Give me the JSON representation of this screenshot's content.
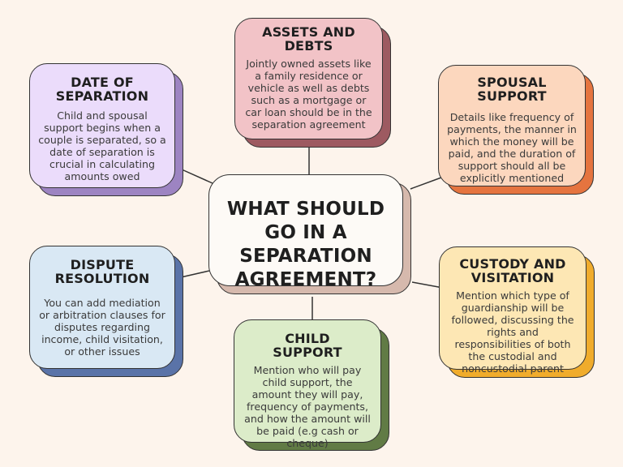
{
  "center": {
    "title": "WHAT SHOULD GO IN A SEPARATION AGREEMENT?"
  },
  "cards": {
    "assets": {
      "title": "ASSETS AND DEBTS",
      "body": "Jointly owned assets like a family residence or vehicle as well as debts such as a mortgage or car loan should be in the separation agreement",
      "face_color": "#f2c3c7",
      "shadow_color": "#9d5a61"
    },
    "date": {
      "title": "DATE OF SEPARATION",
      "body": "Child and spousal support begins when a couple is separated, so a date of separation is crucial in calculating amounts owed",
      "face_color": "#ebdcfb",
      "shadow_color": "#9d84c2"
    },
    "spousal": {
      "title": "SPOUSAL SUPPORT",
      "body": "Details like frequency of payments, the manner in which the money will be paid, and the duration of support should all be explicitly mentioned",
      "face_color": "#fcd7be",
      "shadow_color": "#e5743f"
    },
    "dispute": {
      "title": "DISPUTE RESOLUTION",
      "body": "You can add mediation or arbitration clauses for disputes regarding income, child visitation, or other issues",
      "face_color": "#d9e8f4",
      "shadow_color": "#5a73a8"
    },
    "custody": {
      "title": "CUSTODY AND VISITATION",
      "body": "Mention which type of guardianship will be followed, discussing the rights and responsibilities of both the custodial and noncustodial parent",
      "face_color": "#fde7b4",
      "shadow_color": "#f0ac2c"
    },
    "child": {
      "title": "CHILD SUPPORT",
      "body": "Mention who will pay child support, the amount they will pay, frequency of payments, and how the amount will be paid (e.g cash or cheque)",
      "face_color": "#dcecc9",
      "shadow_color": "#617b45"
    }
  },
  "colors": {
    "background": "#fdf4ec",
    "center_face": "#fdfaf6",
    "center_shadow": "#d6b9ad",
    "connector": "#333333"
  }
}
